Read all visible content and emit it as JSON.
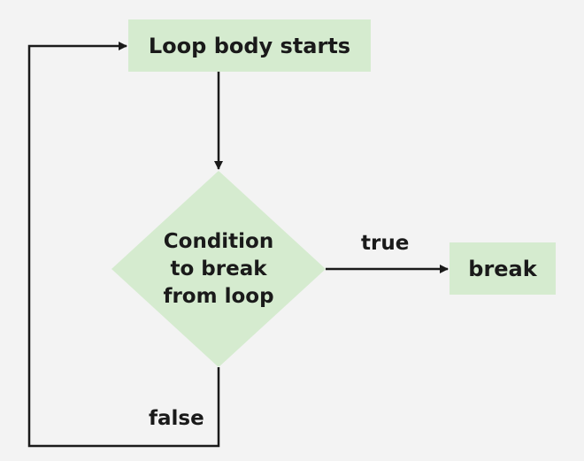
{
  "diagram": {
    "nodes": {
      "start": {
        "label": "Loop body starts"
      },
      "condition": {
        "lines": [
          "Condition",
          "to break",
          "from loop"
        ]
      },
      "break": {
        "label": "break"
      }
    },
    "edges": {
      "true_label": "true",
      "false_label": "false"
    },
    "colors": {
      "node_fill": "#d5ebcf",
      "line": "#1a1a1a",
      "background": "#f3f3f3"
    }
  }
}
